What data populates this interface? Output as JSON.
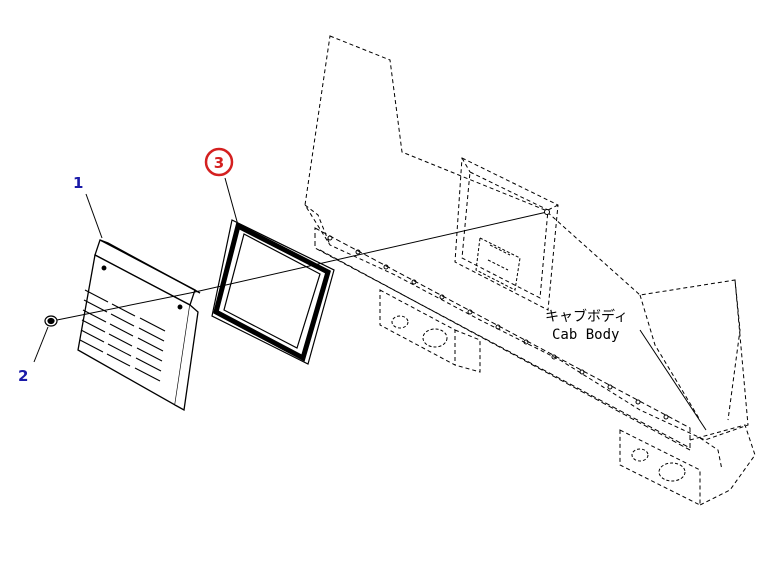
{
  "diagram": {
    "callouts": [
      {
        "id": "1",
        "label": "1",
        "color": "#1a1aa8"
      },
      {
        "id": "2",
        "label": "2",
        "color": "#1a1aa8"
      },
      {
        "id": "3",
        "label": "3",
        "color": "#d42020",
        "highlighted": true
      }
    ],
    "annotation": {
      "jp": "キャブボディ",
      "en": "Cab Body"
    }
  }
}
